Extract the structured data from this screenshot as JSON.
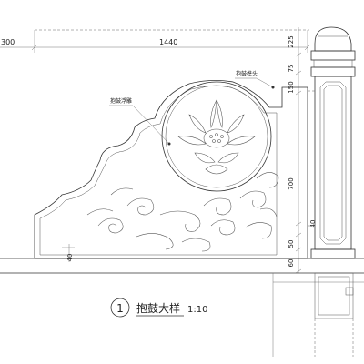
{
  "dimensions": {
    "left_partial": "300",
    "total_width": "1440",
    "right_vertical": [
      "225",
      "75",
      "150",
      "700",
      "40",
      "50",
      "60"
    ],
    "left_small": "40"
  },
  "annotations": {
    "relief_carving": "抱鼓浮雕",
    "tenon_joint": "抱鼓榫头"
  },
  "detail_title": {
    "number": "1",
    "name": "抱鼓大样",
    "scale": "1:10"
  }
}
